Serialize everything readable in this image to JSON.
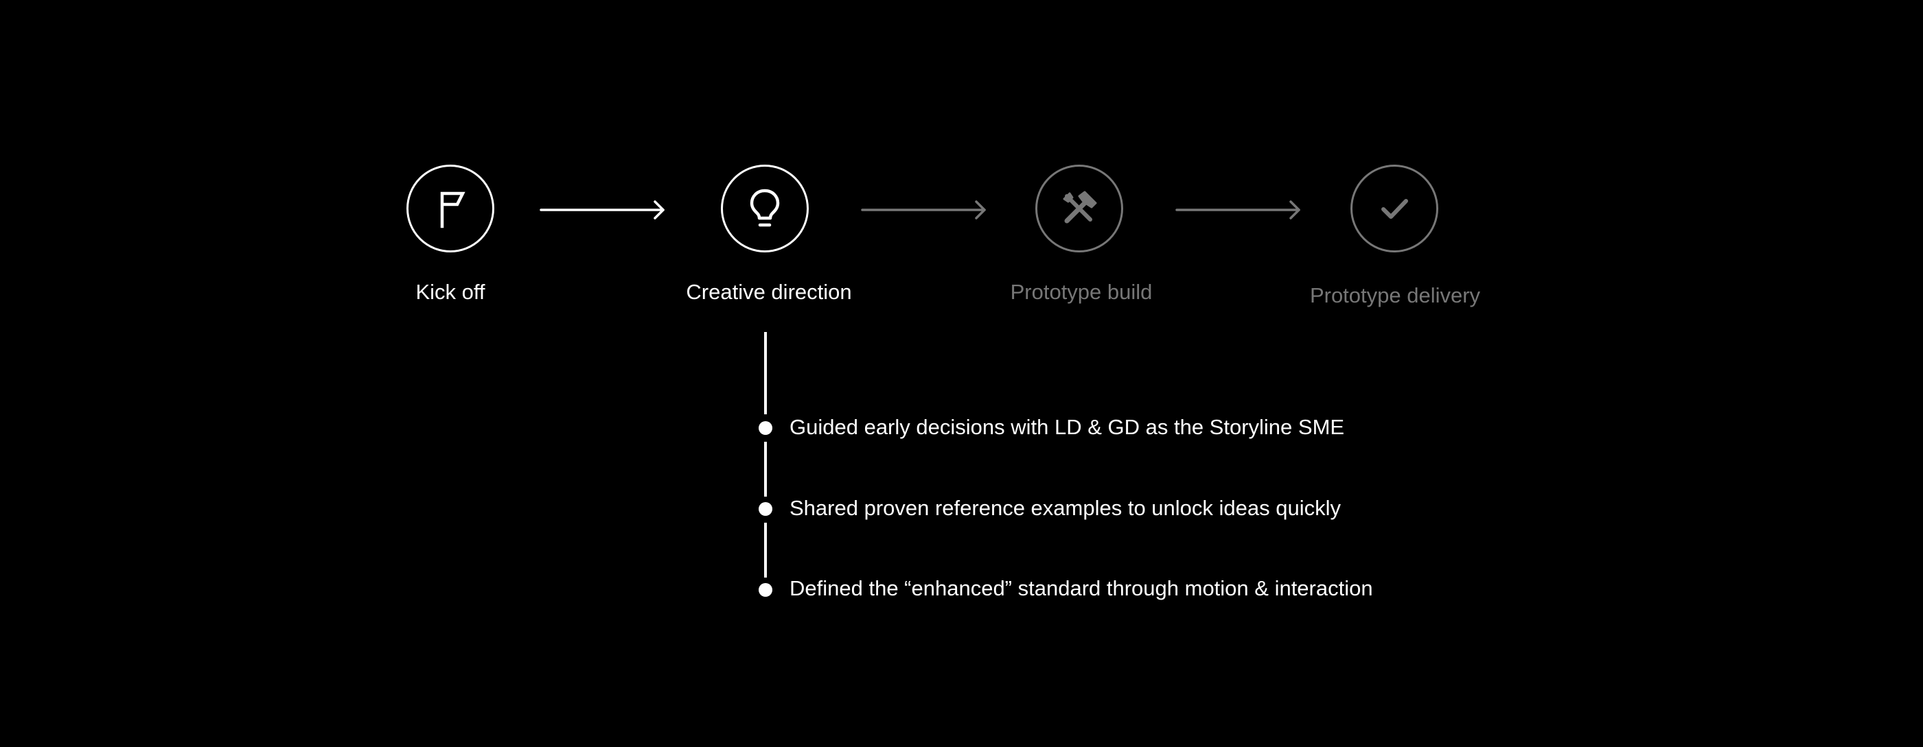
{
  "colors": {
    "background": "#000000",
    "active": "#ffffff",
    "inactive": "#777777"
  },
  "steps": [
    {
      "label": "Kick off",
      "icon": "flag-icon",
      "state": "active"
    },
    {
      "label": "Creative direction",
      "icon": "lightbulb-icon",
      "state": "active"
    },
    {
      "label": "Prototype build",
      "icon": "tools-icon",
      "state": "inactive"
    },
    {
      "label": "Prototype delivery",
      "icon": "check-icon",
      "state": "inactive"
    }
  ],
  "details": [
    {
      "text": "Guided early decisions with LD & GD as the Storyline SME"
    },
    {
      "text": "Shared proven reference examples to unlock ideas quickly"
    },
    {
      "text": "Defined the “enhanced” standard through motion & interaction"
    }
  ]
}
